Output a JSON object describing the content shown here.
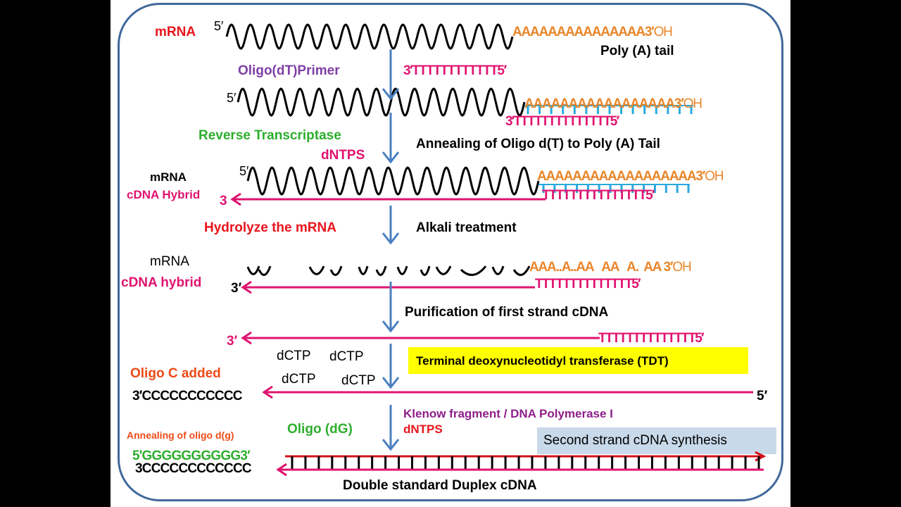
{
  "colors": {
    "frame": "#41699b",
    "arrow": "#4a7fc1",
    "mrna": "#000000",
    "cdna": "#e0136f",
    "polyA": "#e8862a",
    "rungs": "#29a9e0",
    "second_strand": "#d0131c",
    "tdt_box": "#ffff00",
    "synthesis_box": "#c8d9ea"
  },
  "row1": {
    "label": "mRNA",
    "five": "5′",
    "polyA": "AAAAAAAAAAAAAAA",
    "three": "3′",
    "oh": "OH",
    "tail_label": "Poly (A) tail"
  },
  "step1": {
    "reagent": "Oligo(dT)Primer",
    "primer": "3′TTTTTTTTTTTT5′"
  },
  "row2": {
    "five": "5′",
    "polyA": "AAAAAAAAAAAAAAAAA",
    "three": "3′",
    "oh": "OH",
    "primer": "3′TTTTTTTTTTTTTT5′"
  },
  "step2": {
    "reagent": "Reverse Transcriptase",
    "dntps": "dNTPS",
    "description": "Annealing of Oligo d(T) to Poly (A) Tail"
  },
  "row3": {
    "mrna_label": "mRNA",
    "hybrid_label": "cDNA Hybrid",
    "three_end": "3",
    "five": "5′",
    "polyA": "AAAAAAAAAAAAAAAAAA",
    "three": "3′",
    "oh": "OH",
    "primer": "TTTTTTTTTTTTTTT5′"
  },
  "step3": {
    "reagent": "Hydrolyze the mRNA",
    "description": "Alkali treatment"
  },
  "row4": {
    "mrna_label": "mRNA",
    "hybrid_label": "cDNA hybrid",
    "three_end": "3′",
    "polyA": "AAA..A..AA   AA   A.  AA",
    "three": "3′",
    "oh": "OH",
    "primer": "TTTTTTTTTTTTTT5′"
  },
  "step4": {
    "description": "Purification of first strand cDNA"
  },
  "row5": {
    "three_end": "3′",
    "primer": "TTTTTTTTTTTTTT5′"
  },
  "step5": {
    "dctp": [
      "dCTP",
      "dCTP",
      "dCTP",
      "dCTP"
    ],
    "enzyme": "Terminal deoxynucleotidyl transferase (TDT)",
    "label": "Oligo C added"
  },
  "row6": {
    "tail": "3′CCCCCCCCCCC",
    "five": "5′"
  },
  "step6": {
    "enzyme": "Klenow fragment / DNA Polymerase I",
    "dntps": "dNTPS",
    "oligo": "Oligo (dG)",
    "annealing": "Annealing of oligo d(g)",
    "synthesis": "Second strand cDNA synthesis"
  },
  "row7": {
    "g_strand": "5′GGGGGGGGGG3′",
    "c_strand": "3CCCCCCCCCCCC",
    "caption": "Double standard Duplex cDNA"
  }
}
